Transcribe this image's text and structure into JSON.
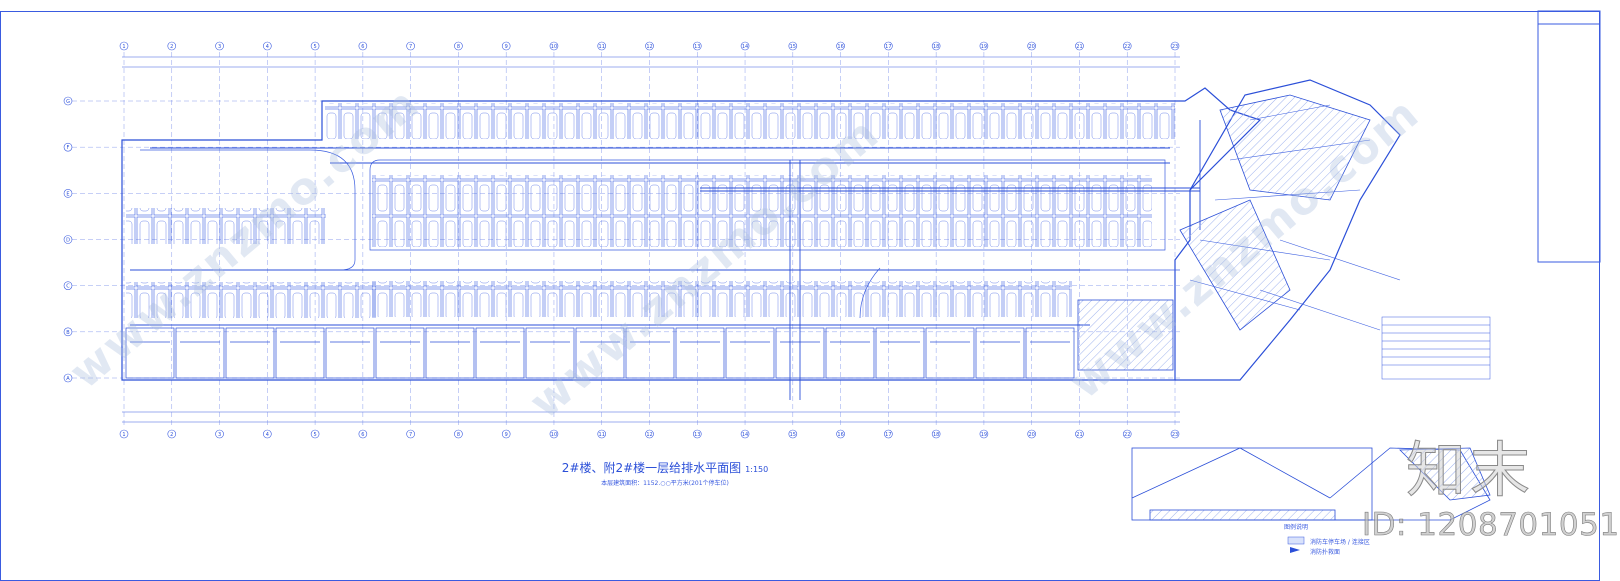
{
  "drawing": {
    "title": "2#楼、附2#楼一层给排水平面图",
    "scale": "1:150",
    "subtitle": "本层建筑面积：1152.○○平方米(201个停车位)",
    "legend_title": "图例说明",
    "legend_items": [
      "消防车停车场 / 连接区",
      "消防扑救面"
    ]
  },
  "brand": {
    "logo_text": "知末",
    "id_text": "ID: 1208701051",
    "watermark": "www.znzmo.com"
  },
  "colors": {
    "line": "#2b4fd8",
    "hatch": "#9fb3ee",
    "watermark": "#c8d3ea"
  },
  "grid_axes": [
    "1",
    "2",
    "3",
    "4",
    "5",
    "6",
    "7",
    "8",
    "9",
    "10",
    "11",
    "12",
    "13",
    "14",
    "15",
    "16",
    "17",
    "18",
    "19",
    "20",
    "21",
    "22",
    "23"
  ],
  "row_axes": [
    "G",
    "F",
    "E",
    "D",
    "C",
    "B",
    "A"
  ]
}
